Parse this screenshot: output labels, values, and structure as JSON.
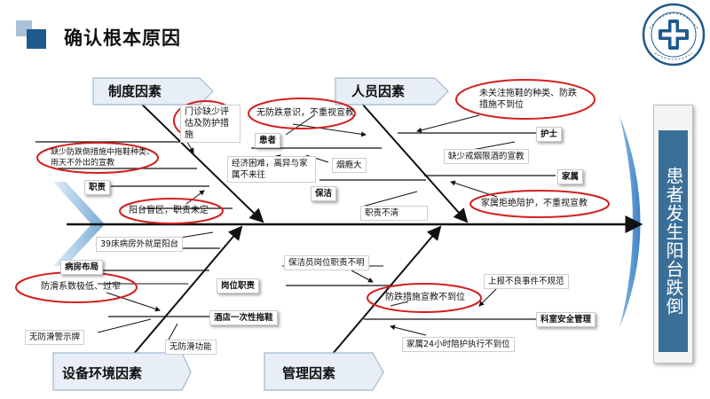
{
  "title": "确认根本原因",
  "logo_text": "上海市第八人民医院 联合体集团",
  "effect": "患者发生阳台跌倒",
  "categories": {
    "system": "制度因素",
    "staff": "人员因素",
    "equipment": "设备环境因素",
    "management": "管理因素"
  },
  "system_causes": {
    "triage": "门诊缺少评估及防护措施",
    "lack_measures": "缺少防跌倒措施中拖鞋种类、雨天不外出的宣教",
    "duty": "职责",
    "balcony": "阳台盲区，职责未定"
  },
  "staff_causes": {
    "no_awareness": "无防跌意识，不重视宣教",
    "patient": "患者",
    "economy": "经济困难，离异与家属不来往",
    "smoking": "烟瘾大",
    "cleaner": "保洁",
    "duty_unclear": "职责不清",
    "unconcerned": "未关注拖鞋的种类、防跌措施不到位",
    "nurse": "护士",
    "lack_quit": "缺少戒烟限酒的宣教",
    "family": "家属",
    "refuse": "家属拒绝陪护，不重视宣教"
  },
  "equipment_causes": {
    "bed39": "39床病房外就是阳台",
    "ward_layout": "病房布局",
    "low_coef": "防滑系数极低、过窄",
    "no_sign": "无防滑警示牌",
    "slippers": "酒店一次性拖鞋",
    "no_function": "无防滑功能"
  },
  "management_causes": {
    "cleaner_duty": "保洁员岗位职责不明",
    "post_duty": "岗位职责",
    "edu_insufficient": "防跌措施宣教不到位",
    "report": "上报不良事件不规范",
    "dept_safety": "科室安全管理",
    "escort": "家属24小时陪护执行不到位"
  },
  "colors": {
    "accent_blue": "#3a6f98",
    "deco_blue": "#1f5a8c",
    "highlight_red": "#d21f1f",
    "bone_arrow": "#2a5d8c"
  }
}
